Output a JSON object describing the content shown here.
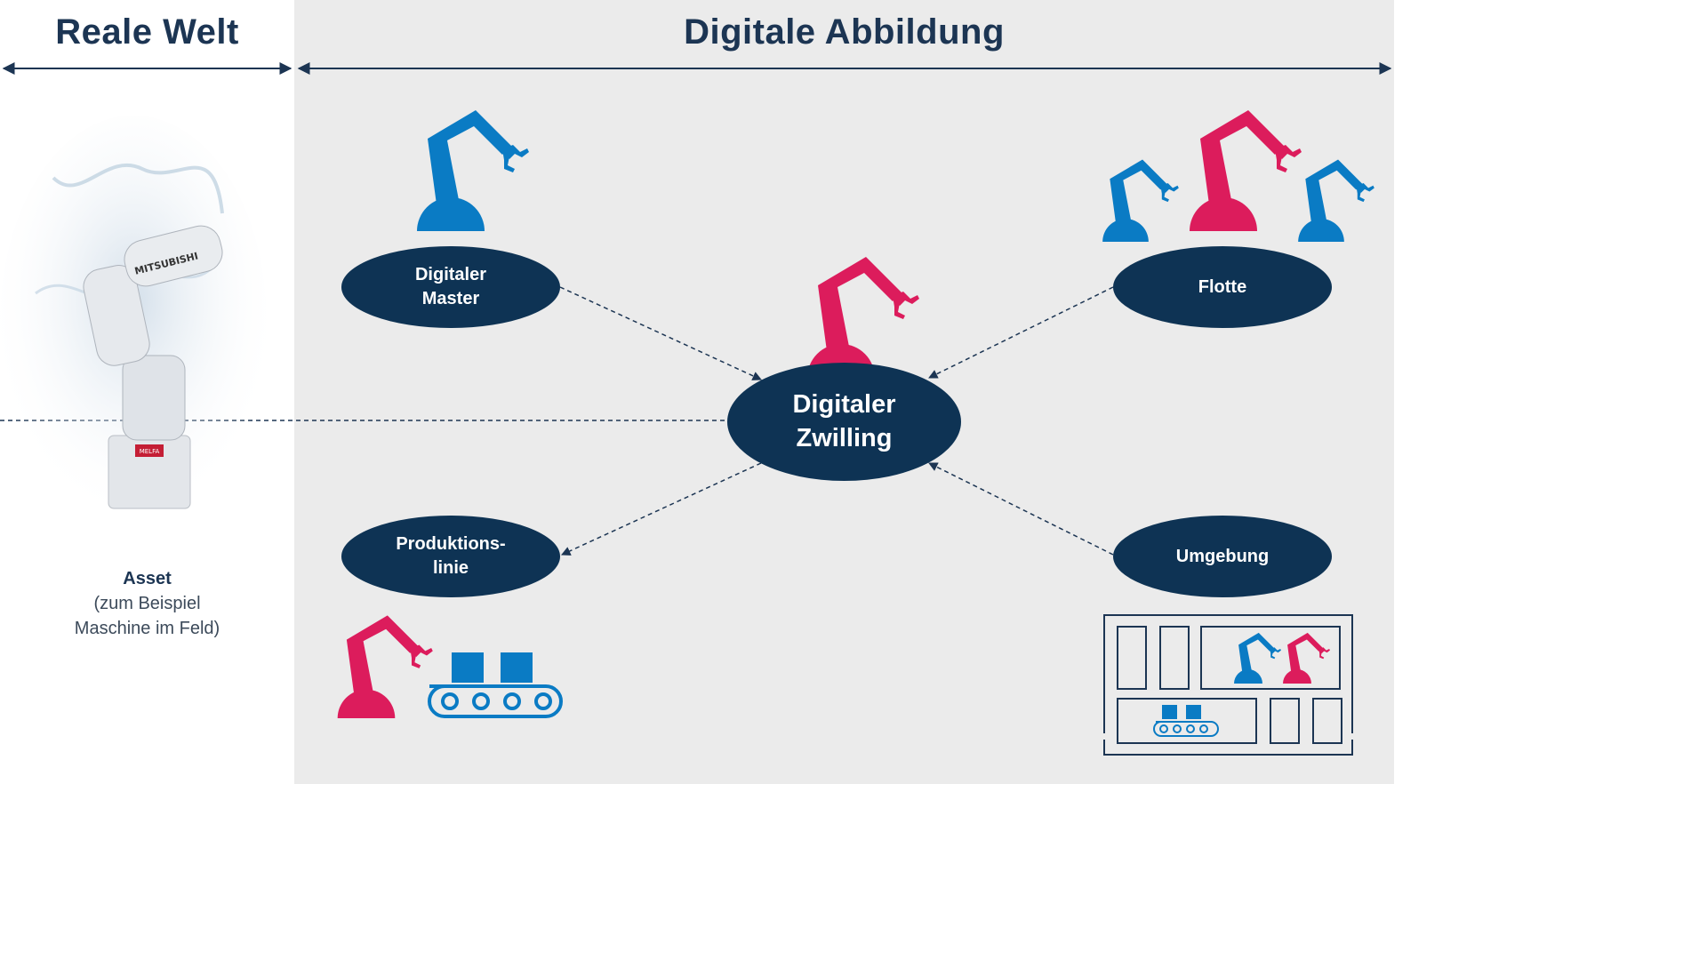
{
  "headings": {
    "left": "Reale Welt",
    "right": "Digitale Abbildung"
  },
  "nodes": {
    "center": "Digitaler\nZwilling",
    "master": "Digitaler\nMaster",
    "flotte": "Flotte",
    "produktion": "Produktions-\nlinie",
    "umgebung": "Umgebung"
  },
  "asset": {
    "title": "Asset",
    "line1": "(zum Beispiel",
    "line2": "Maschine im Feld)",
    "robot_brand": "MITSUBISHI",
    "robot_model": "MELFA"
  },
  "colors": {
    "navy": "#0e3354",
    "heading": "#1c3553",
    "blue": "#0a7bc4",
    "pink": "#dc1c5c",
    "background_right": "#ebebeb"
  },
  "icons": [
    "robot-arm-icon",
    "conveyor-belt-icon",
    "factory-layout-icon",
    "industrial-robot-photo"
  ]
}
